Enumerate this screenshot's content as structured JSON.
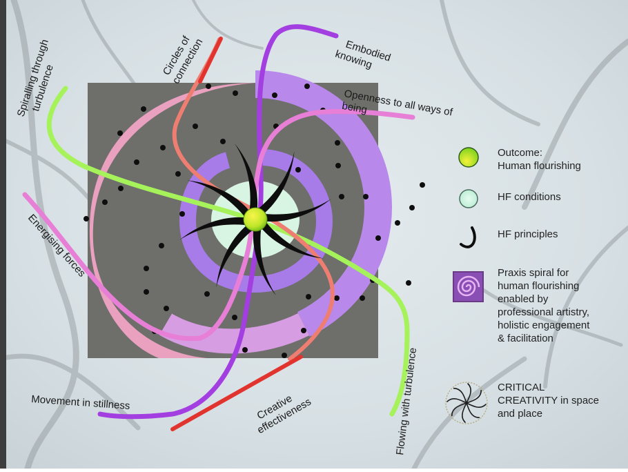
{
  "diagram": {
    "strand_labels": {
      "spiralling": [
        "Spiralling through",
        "turbulence"
      ],
      "circles": [
        "Circles of",
        "connection"
      ],
      "embodied": [
        "Embodied",
        "knowing"
      ],
      "openness": [
        "Openness to all ways of",
        "being"
      ],
      "energising": "Energising forces",
      "flowing": "Flowing with turbulence",
      "creative": [
        "Creative",
        "effectiveness"
      ],
      "movement": "Movement in stillness"
    }
  },
  "legend": {
    "outcome": [
      "Outcome:",
      "Human flourishing"
    ],
    "conditions": "HF conditions",
    "principles": "HF principles",
    "praxis": [
      "Praxis spiral for",
      "human flourishing",
      "enabled by",
      "professional artistry,",
      "holistic engagement",
      "& facilitation"
    ],
    "critical": [
      "CRITICAL",
      "CREATIVITY in space",
      "and place"
    ]
  },
  "colors": {
    "square": "#6e6e6a",
    "lime": "#a6f25a",
    "purple": "#a33fe0",
    "pink": "#e77fd6",
    "red": "#e2342e",
    "salmon": "#ee7e72",
    "lavender": "#b789e8",
    "mint": "#d9f5e3",
    "center_green": "#9be021",
    "center_yellow": "#f4f13a"
  }
}
